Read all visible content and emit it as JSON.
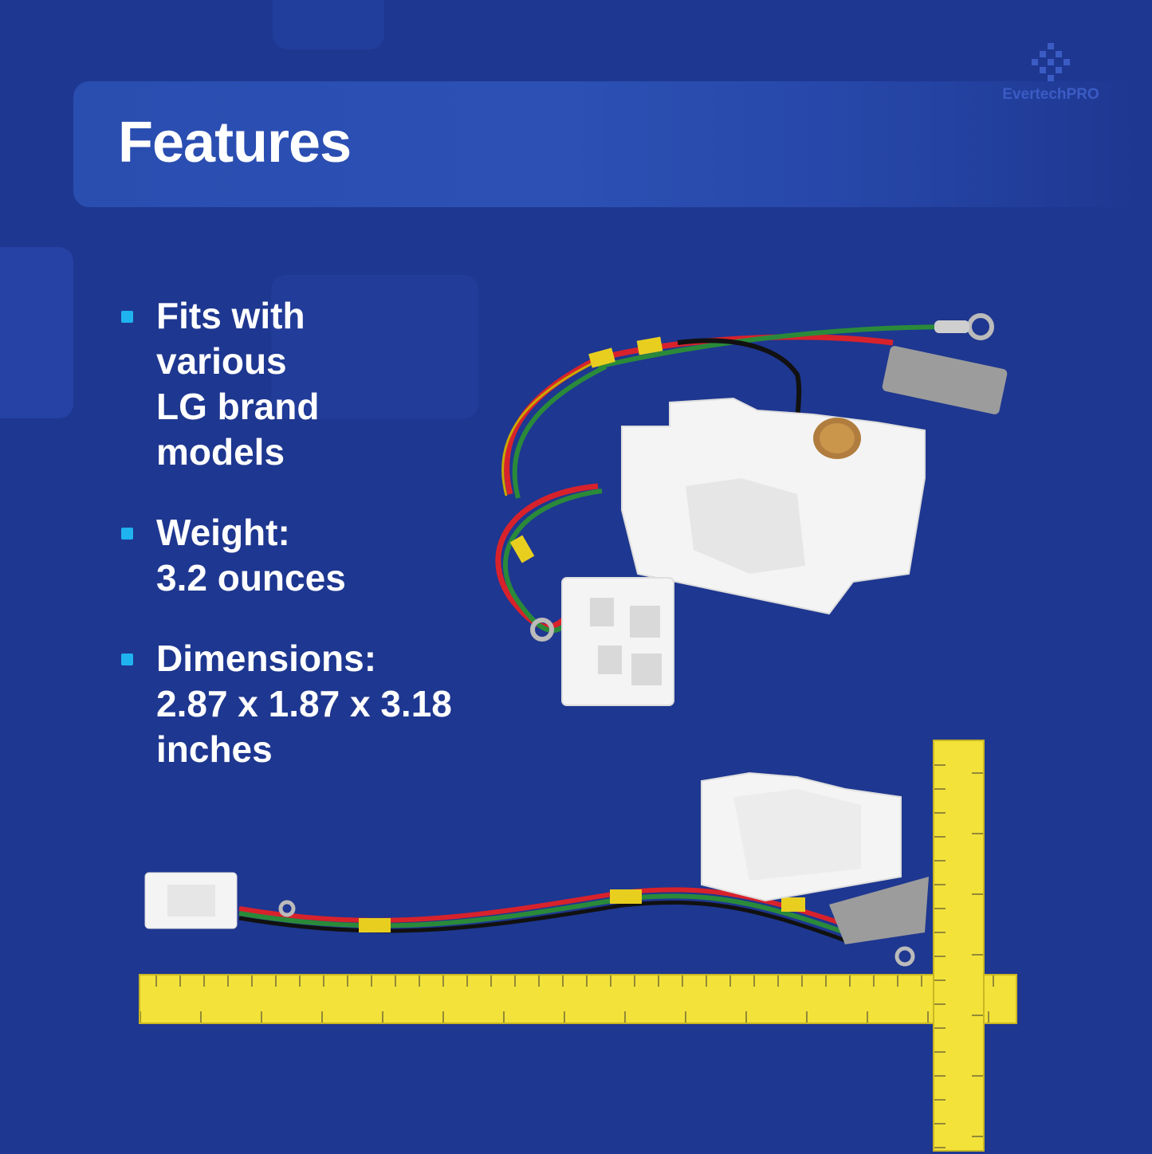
{
  "header": {
    "title": "Features"
  },
  "brand": {
    "name": "EvertechPRO",
    "icon": "diamond-pixel-logo-icon",
    "color": "#3b5cc4"
  },
  "features": [
    {
      "text": "Fits with\nvarious\nLG brand\nmodels"
    },
    {
      "text": "Weight:\n3.2 ounces"
    },
    {
      "text": "Dimensions:\n2.87 x 1.87 x 3.18\ninches"
    }
  ],
  "colors": {
    "background": "#1e3790",
    "header_band": "#2c50b4",
    "bullet": "#1fb3f0",
    "text": "#ffffff",
    "tape": "#f3e23a"
  },
  "images": {
    "product_top": "relay-harness-assembly-photo",
    "product_measured": "relay-harness-with-measuring-tape-photo"
  }
}
